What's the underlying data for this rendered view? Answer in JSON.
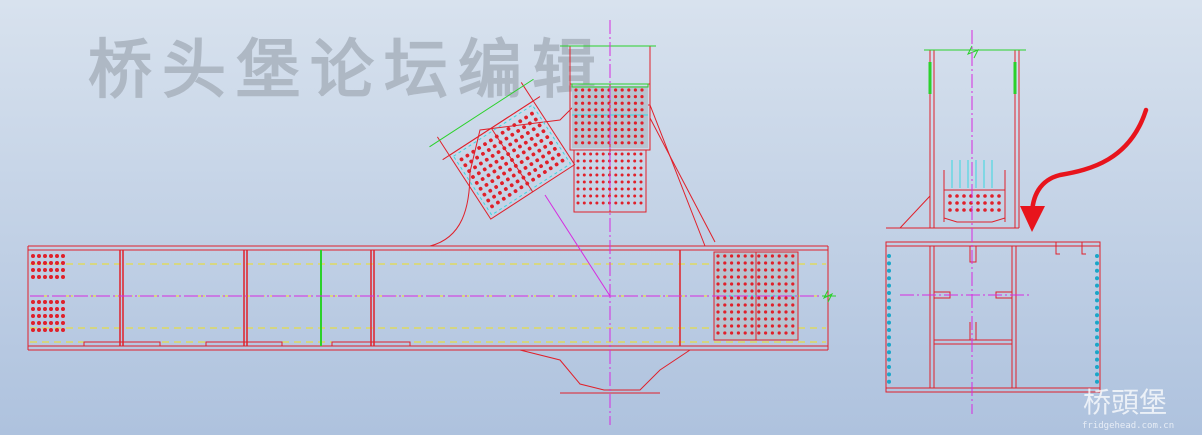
{
  "watermark": {
    "title": "桥头堡论坛编辑",
    "corner_logo": "桥頭堡",
    "corner_url": "fridgehead.com.cn"
  },
  "colors": {
    "background_top": "#d8e2ee",
    "background_bottom": "#aec2de",
    "steel_outline": "#e0202a",
    "bolt": "#e0202a",
    "bolt_blue": "#1aa6c8",
    "weld_green": "#2bd12b",
    "centerline": "#d62be0",
    "dashed_line": "#f0e020",
    "plate_fill": "#a8b8c8",
    "cyan_line": "#38d8e0",
    "arrow": "#e8141c",
    "watermark_text": "#aeb8c4"
  },
  "icons": {
    "pointer": "curved-arrow-icon",
    "break_mark": "break-line-icon"
  }
}
